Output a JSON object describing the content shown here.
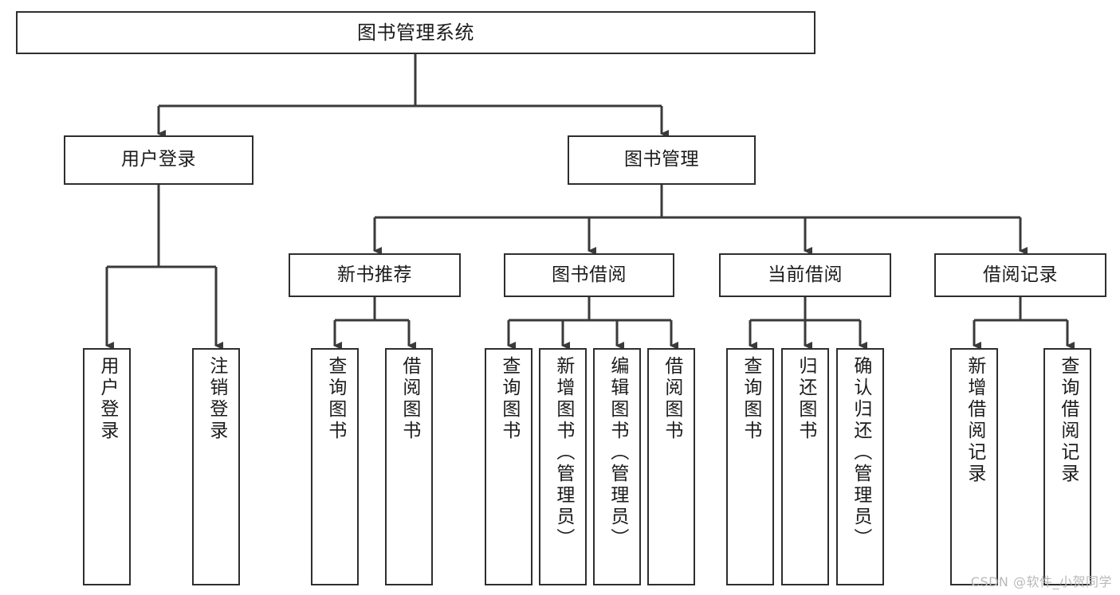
{
  "diagram": {
    "type": "tree",
    "title": "图书管理系统",
    "colors": {
      "node_border": "#2e2e2e",
      "node_fill": "#ffffff",
      "edge": "#3a3a3a",
      "text": "#1b1b1b",
      "watermark": "#b9b9b9",
      "background": "#ffffff"
    },
    "root": {
      "label": "图书管理系统"
    },
    "level2": [
      {
        "label": "用户登录"
      },
      {
        "label": "图书管理"
      }
    ],
    "level3": [
      {
        "label": "新书推荐"
      },
      {
        "label": "图书借阅"
      },
      {
        "label": "当前借阅"
      },
      {
        "label": "借阅记录"
      }
    ],
    "leaves_user_login": [
      {
        "label": "用户登录"
      },
      {
        "label": "注销登录"
      }
    ],
    "leaves_new_book": [
      {
        "label": "查询图书"
      },
      {
        "label": "借阅图书"
      }
    ],
    "leaves_borrow": [
      {
        "label": "查询图书"
      },
      {
        "label": "新增图书（管理员）"
      },
      {
        "label": "编辑图书（管理员）"
      },
      {
        "label": "借阅图书"
      }
    ],
    "leaves_current": [
      {
        "label": "查询图书"
      },
      {
        "label": "归还图书"
      },
      {
        "label": "确认归还（管理员）"
      }
    ],
    "leaves_records": [
      {
        "label": "新增借阅记录"
      },
      {
        "label": "查询借阅记录"
      }
    ]
  },
  "watermark": {
    "text": "CSDN @软件_小贺同学"
  }
}
